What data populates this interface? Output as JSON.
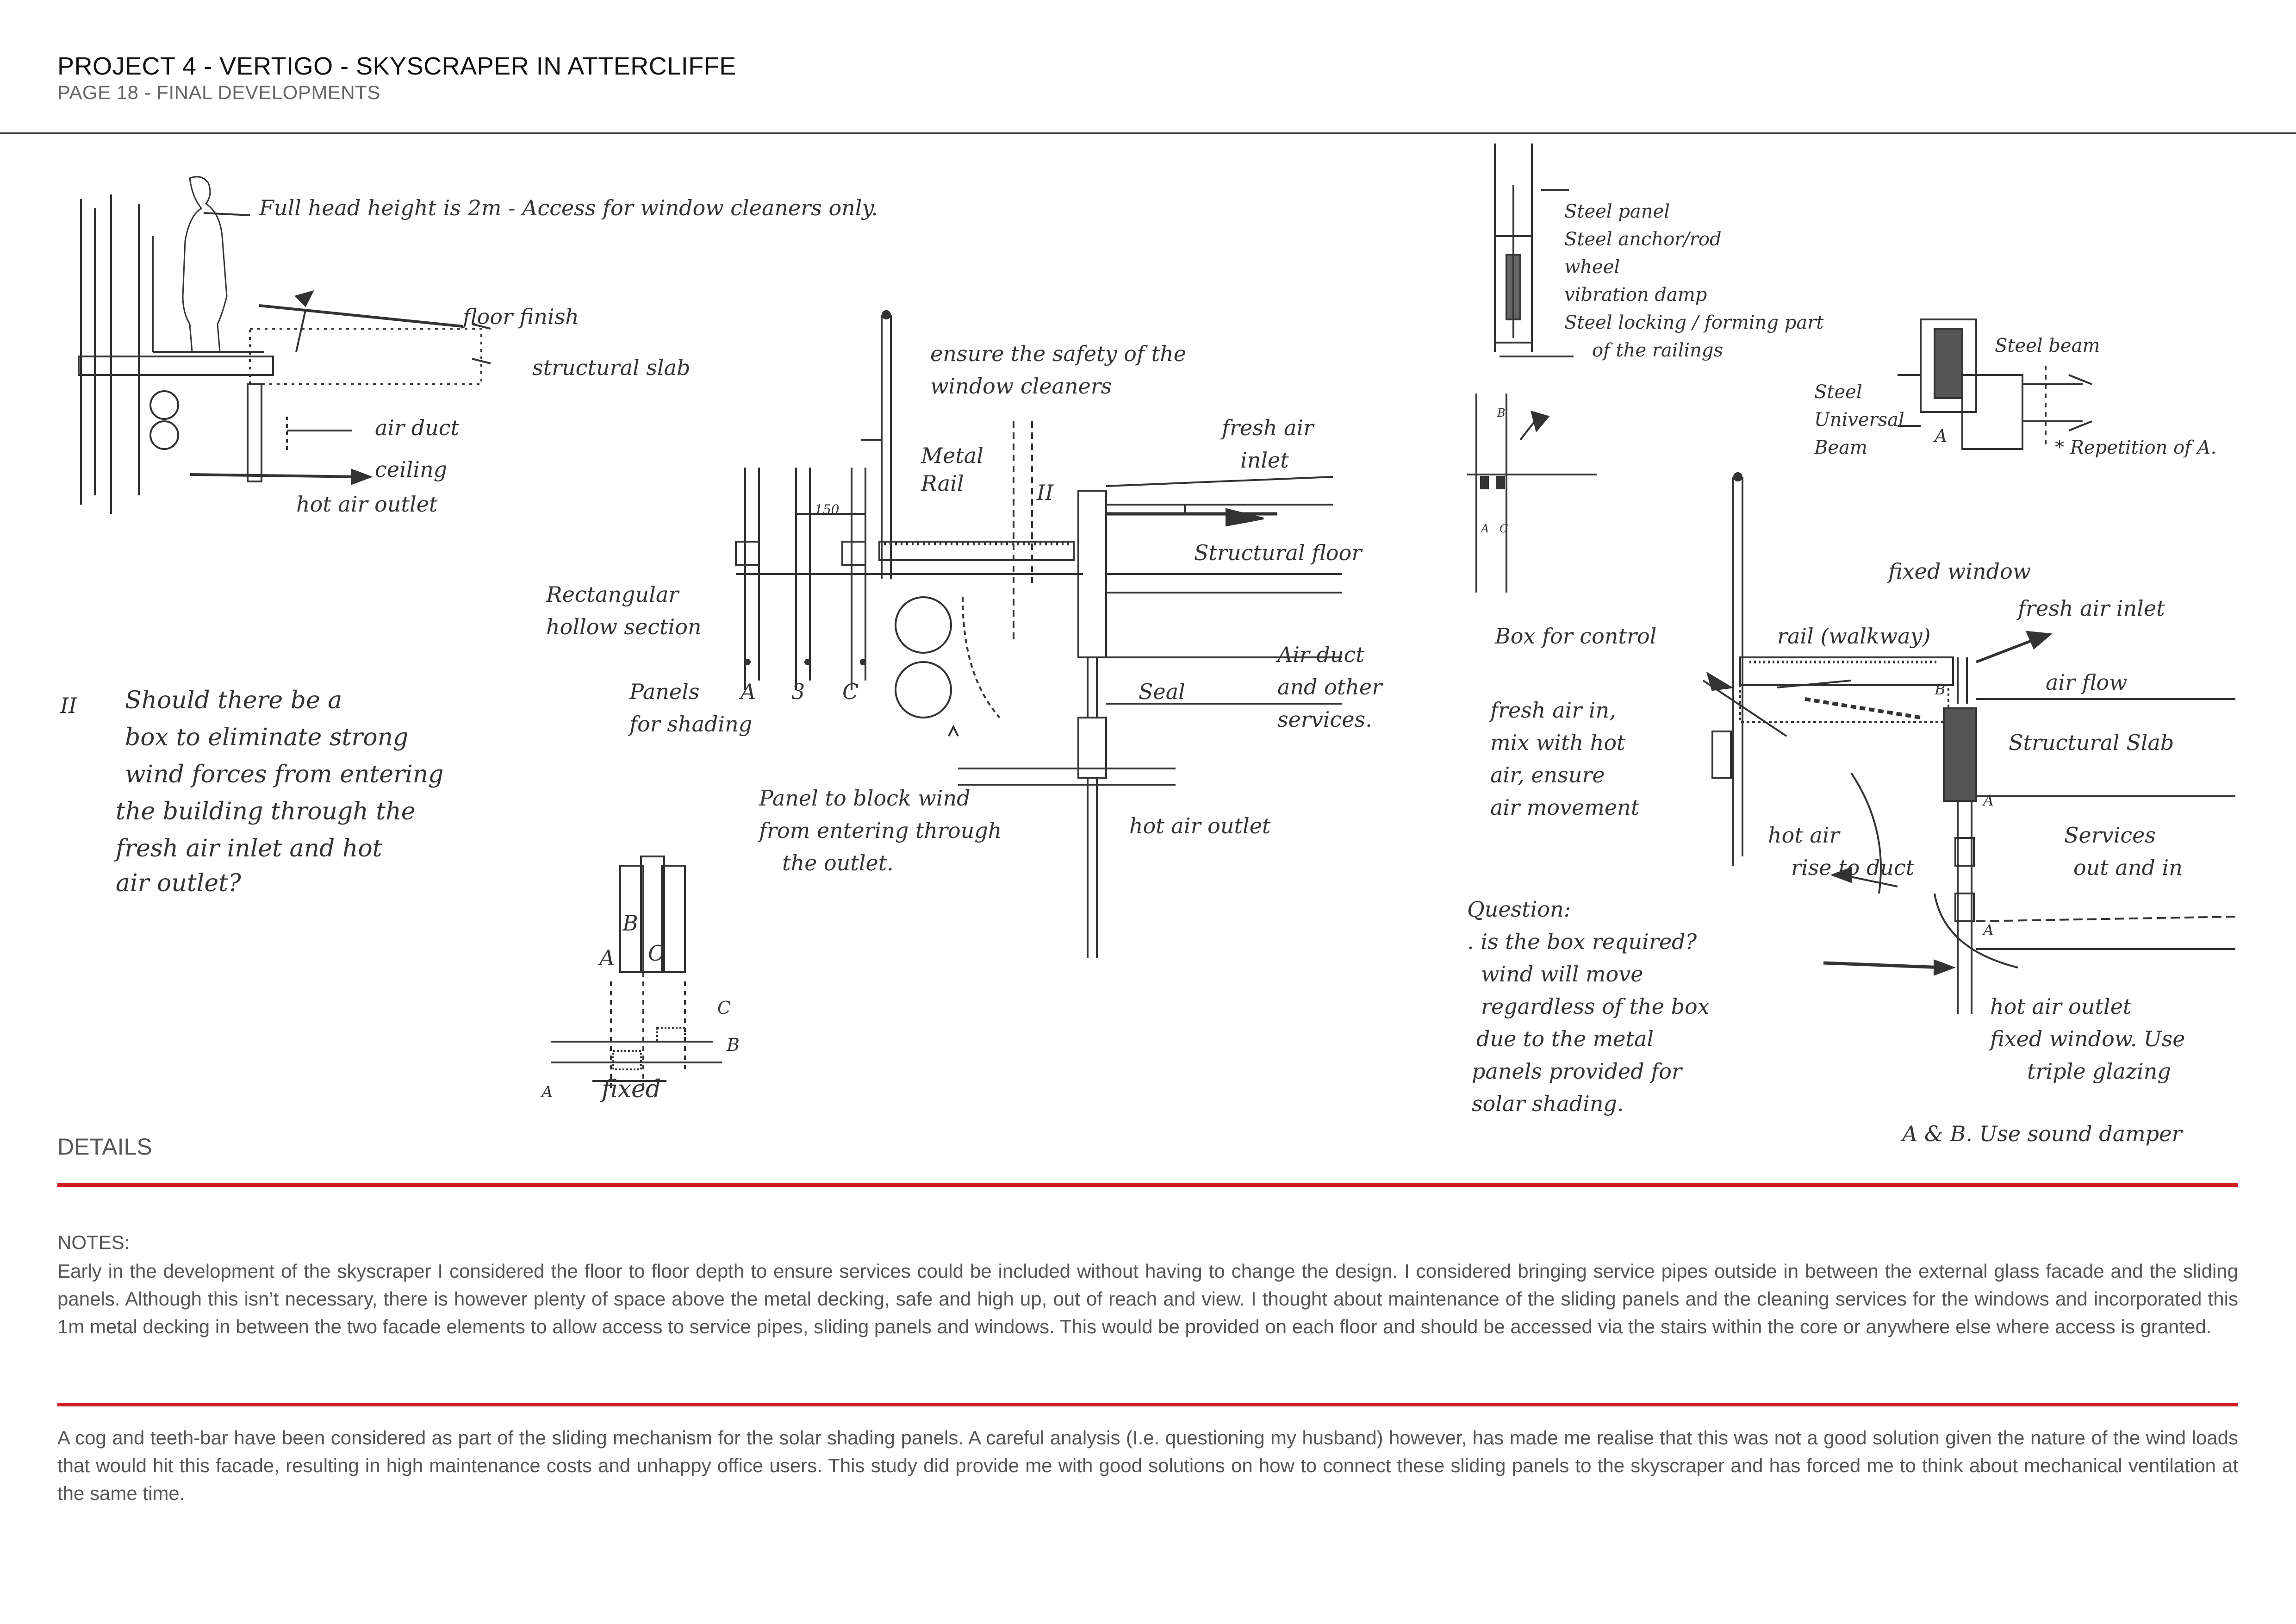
{
  "header": {
    "title": "PROJECT 4 - VERTIGO - SKYSCRAPER IN ATTERCLIFFE",
    "subtitle": "PAGE 18 - FINAL DEVELOPMENTS"
  },
  "sketch_notes": {
    "s1_head": "Full head height is 2m - Access for window cleaners only.",
    "s1_floor": "floor finish",
    "s1_slab": "structural slab",
    "s1_air": "air duct",
    "s1_ceiling": "ceiling",
    "s1_hot": "hot air outlet",
    "s2_safety1": "ensure the safety of the",
    "s2_safety2": "window cleaners",
    "s2_fresh1": "fresh air",
    "s2_fresh2": "inlet",
    "s2_metal1": "Metal",
    "s2_metal2": "Rail",
    "s2_roman": "II",
    "s2_dim": "150",
    "s2_structural": "Structural floor",
    "s2_rect1": "Rectangular",
    "s2_rect2": "hollow section",
    "s2_panels1": "Panels",
    "s2_panels2": "for shading",
    "s2_letter_a": "A",
    "s2_letter_3": "3",
    "s2_letter_c": "C",
    "s2_seal": "Seal",
    "s2_airduct1": "Air duct",
    "s2_airduct2": "and other",
    "s2_airduct3": "services.",
    "s2_block1": "Panel to block wind",
    "s2_block2": "from entering through",
    "s2_block3": "the outlet.",
    "s2_hotoutlet": "hot air outlet",
    "q_roman": "II",
    "q_line1": "Should there be a",
    "q_line2": "box to eliminate strong",
    "q_line3": "wind forces from entering",
    "q_line4": "the building through the",
    "q_line5": "fresh air inlet and hot",
    "q_line6": "air outlet?",
    "abc_a": "A",
    "abc_b": "B",
    "abc_c": "C",
    "abc_c2": "C",
    "abc_b2": "B",
    "abc_a2": "A",
    "abc_fixed": "fixed",
    "d_steel_panel": "Steel panel",
    "d_steel_anchor": "Steel anchor/rod",
    "d_wheel": "wheel",
    "d_vibration": "vibration damp",
    "d_locking1": "Steel locking / forming part",
    "d_locking2": "of the railings",
    "d_steel_beam": "Steel beam",
    "d_steel": "Steel",
    "d_universal": "Universal",
    "d_beam": "Beam",
    "d_letter_a": "A",
    "d_repetition": "* Repetition of A.",
    "d_small_b": "B",
    "d_small_a": "A",
    "d_small_c": "C",
    "s3_fixed_window": "fixed window",
    "s3_fresh_inlet": "fresh air inlet",
    "s3_box_control": "Box for control",
    "s3_rail": "rail (walkway)",
    "s3_airflow": "air flow",
    "s3_mix1": "fresh air in,",
    "s3_mix2": "mix with hot",
    "s3_mix3": "air, ensure",
    "s3_mix4": "air movement",
    "s3_structural": "Structural Slab",
    "s3_hot1": "hot air",
    "s3_hot2": "rise to duct",
    "s3_services1": "Services",
    "s3_services2": "out and in",
    "s3_q_head": "Question:",
    "s3_q1": ". is the box required?",
    "s3_q2": "wind will move",
    "s3_q3": "regardless of the box",
    "s3_q4": "due to the metal",
    "s3_q5": "panels provided for",
    "s3_q6": "solar shading.",
    "s3_hot_outlet": "hot air outlet",
    "s3_fixed_window2": "fixed window. Use",
    "s3_triple": "triple glazing",
    "s3_ab": "A & B. Use sound damper",
    "s3_letter_a": "A",
    "s3_letter_a2": "A",
    "s3_letter_b": "B"
  },
  "details_label": "DETAILS",
  "notes": {
    "heading": "NOTES:",
    "paragraph_1": "Early in the development of the skyscraper I considered the floor to floor depth to ensure services could be included without having to change the design. I considered bringing service pipes outside in between the exter­nal glass facade and the sliding panels. Although this isn’t necessary, there is however plenty of space above the metal decking, safe and high up, out of reach and view. I thought about maintenance of the sliding panels and the cleaning services for the windows and incorporated this 1m metal decking in between the two facade elements to allow access to service pipes, sliding panels and windows. This would be provided on each floor and should be accessed via the stairs within the core or anywhere else where access is granted.",
    "paragraph_2": "A cog and teeth-bar have been considered as part of the sliding mechanism for the solar shading panels. A careful analysis (I.e. questioning my husband) however, has made me realise that this was not a good solu­tion given the nature of the wind loads that would hit this facade, resulting in high maintenance costs and unhappy office users. This study did provide me with good solutions on how to connect these sliding panels to the skyscraper and has forced me to think about mechanical ventilation at the same time."
  },
  "colors": {
    "accent_rule": "#cf1b22",
    "ink": "#333333",
    "body_text": "#555555"
  }
}
